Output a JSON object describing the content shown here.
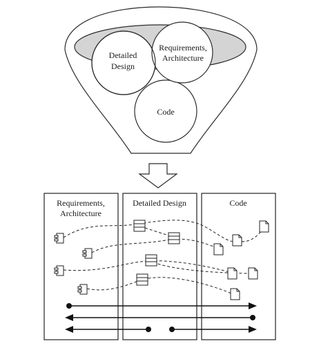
{
  "funnel": {
    "circles": {
      "detailed_design": [
        "Detailed",
        "Design"
      ],
      "requirements_architecture": [
        "Requirements,",
        "Architecture"
      ],
      "code": [
        "Code"
      ]
    }
  },
  "panels": {
    "requirements": {
      "title_lines": [
        "Requirements,",
        "Architecture"
      ]
    },
    "design": {
      "title": "Detailed Design"
    },
    "code": {
      "title": "Code"
    }
  },
  "icons": {
    "component": "component-icon",
    "class": "class-icon",
    "document": "document-icon"
  }
}
